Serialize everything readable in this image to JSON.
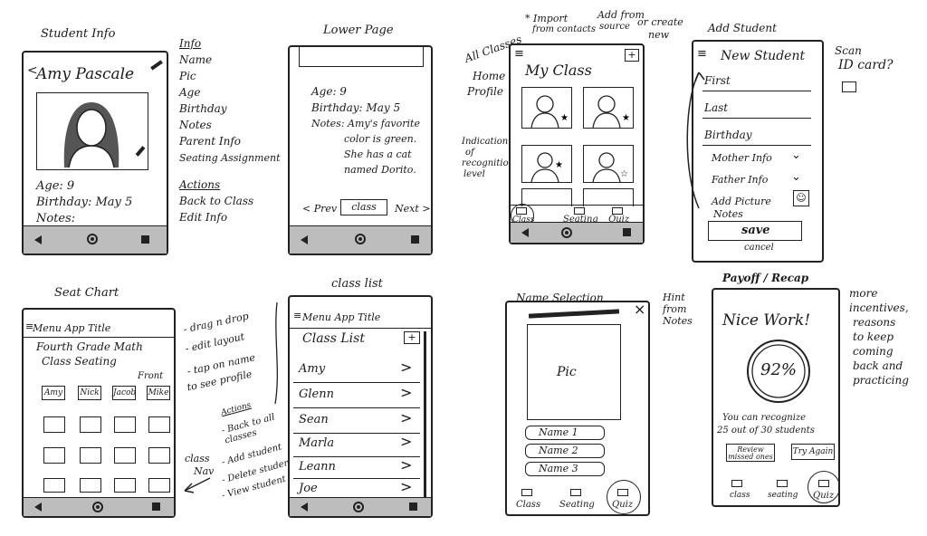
{
  "student_info": {
    "caption": "Student Info",
    "name": "Amy Pascale",
    "back_glyph": "<",
    "age": "Age: 9",
    "birthday": "Birthday: May 5",
    "notes": "Notes:",
    "info_heading": "Info",
    "info_items": [
      "Name",
      "Pic",
      "Age",
      "Birthday",
      "Notes",
      "Parent Info",
      "Seating Assignment"
    ],
    "actions_heading": "Actions",
    "action_items": [
      "Back to Class",
      "Edit Info"
    ]
  },
  "lower_page": {
    "caption": "Lower Page",
    "age": "Age: 9",
    "birthday": "Birthday: May 5",
    "notes_lines": [
      "Notes: Amy's favorite",
      "color is green.",
      "She has a cat",
      "named Dorito."
    ],
    "prev": "< Prev",
    "class_btn": "class",
    "next": "Next >"
  },
  "my_class": {
    "notes_top": [
      "All Classes",
      "* Import",
      "from contacts",
      "Add from",
      "source",
      "or create",
      "new"
    ],
    "home_profile": [
      "Home",
      "Profile"
    ],
    "title": "My Class",
    "add": "+",
    "recognition_note": [
      "Indication",
      "of",
      "recognition",
      "level"
    ],
    "tabs": [
      "Class",
      "Seating",
      "Quiz"
    ]
  },
  "add_student": {
    "caption": "Add Student",
    "title": "New Student",
    "fields": [
      "First",
      "Last",
      "Birthday"
    ],
    "mother": "Mother Info",
    "father": "Father Info",
    "add_picture": "Add Picture",
    "notes": "Notes",
    "save": "save",
    "cancel": "cancel",
    "scan_note": [
      "Scan",
      "ID card?"
    ]
  },
  "seat_chart": {
    "caption": "Seat Chart",
    "header": "Menu App Title",
    "title_lines": [
      "Fourth Grade Math",
      "Class  Seating"
    ],
    "front": "Front",
    "seats": [
      "Amy",
      "Nick",
      "Jacob",
      "Mike"
    ],
    "side_notes": [
      "- drag n drop",
      "- edit layout",
      "- tap on name",
      "  to see profile"
    ],
    "actions_notes": [
      "Actions",
      "- Back to all",
      "  classes",
      "- Add student",
      "- Delete student",
      "- View student"
    ],
    "class_nav": [
      "class",
      "Nav"
    ]
  },
  "class_list": {
    "caption": "class list",
    "header": "Menu  App Title",
    "title": "Class List",
    "add": "+",
    "students": [
      "Amy",
      "Glenn",
      "Sean",
      "Marla",
      "Leann",
      "Joe"
    ]
  },
  "name_selection": {
    "caption": "Name Selection",
    "close": "×",
    "pic": "Pic",
    "options": [
      "Name 1",
      "Name 2",
      "Name 3"
    ],
    "hint_note": [
      "Hint",
      "from",
      "Notes"
    ],
    "tabs": [
      "Class",
      "Seating",
      "Quiz"
    ]
  },
  "payoff": {
    "caption": "Payoff / Recap",
    "title": "Nice Work!",
    "percent": "92%",
    "summary_lines": [
      "You can recognize",
      "25 out of 30 students"
    ],
    "review": [
      "Review",
      "missed ones"
    ],
    "try_again": "Try Again",
    "side_note": [
      "more",
      "incentives,",
      "reasons",
      "to keep",
      "coming",
      "back and",
      "practicing"
    ],
    "tabs": [
      "class",
      "seating",
      "Quiz"
    ]
  }
}
